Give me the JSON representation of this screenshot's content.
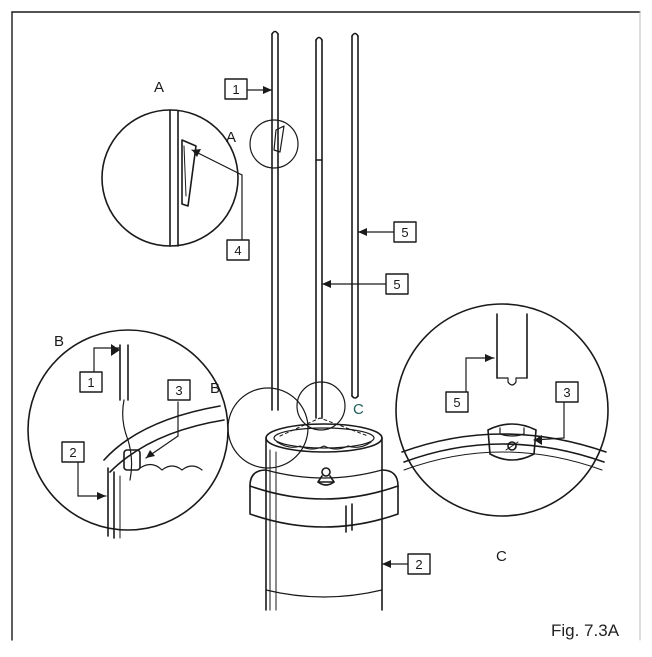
{
  "colors": {
    "line": "#1a1a1a",
    "view_letter_teal": "#1f5f5a",
    "background": "#ffffff"
  },
  "view_labels": {
    "a_title": "A",
    "a_marker": "A",
    "b_title": "B",
    "b_marker": "B",
    "c_marker": "C",
    "c_title": "C"
  },
  "callouts": {
    "rod_top": "1",
    "detail_a": "4",
    "right_rod_upper": "5",
    "middle_rod": "5",
    "tank_lower": "2",
    "detail_b_rod": "1",
    "detail_b_tank": "2",
    "detail_b_clip": "3",
    "detail_c_rod": "5",
    "detail_c_clip": "3"
  },
  "caption": "Fig. 7.3A"
}
